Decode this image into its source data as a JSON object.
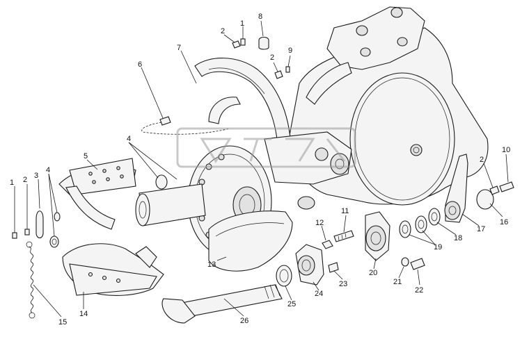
{
  "labels": {
    "l1a": "1",
    "l2a": "2",
    "l8": "8",
    "l7": "7",
    "l2b": "2",
    "l9": "9",
    "l6": "6",
    "l4a": "4",
    "l5": "5",
    "l1b": "1",
    "l2c": "2",
    "l3": "3",
    "l4b": "4",
    "l10": "10",
    "l2d": "2",
    "l11": "11",
    "l12": "12",
    "l13": "13",
    "l14": "14",
    "l15": "15",
    "l16": "16",
    "l17": "17",
    "l18": "18",
    "l19": "19",
    "l20": "20",
    "l21": "21",
    "l22": "22",
    "l23": "23",
    "l24": "24",
    "l25": "25",
    "l26": "26"
  }
}
